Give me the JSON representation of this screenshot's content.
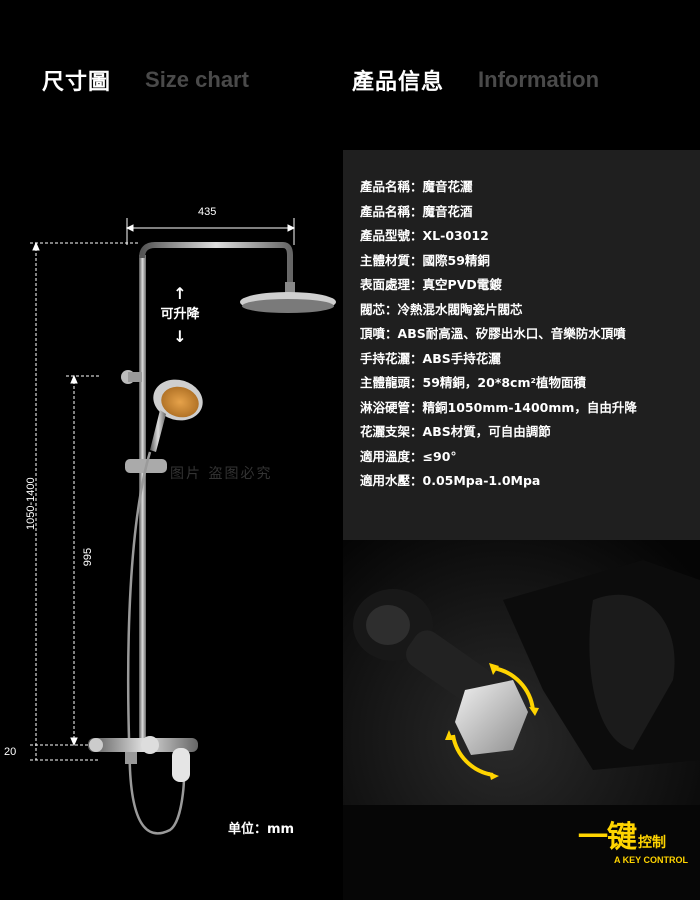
{
  "headers": {
    "size_chart": {
      "cn": "尺寸圖",
      "en": "Size chart"
    },
    "information": {
      "cn": "產品信息",
      "en": "Information"
    }
  },
  "colors": {
    "accent": "#ffd400",
    "panel": "#1f1f1f",
    "muted": "#4a4a4a"
  },
  "product_info": [
    {
      "label": "產品名稱",
      "value": "魔音花灑"
    },
    {
      "label": "產品名稱",
      "value": "魔音花酒"
    },
    {
      "label": "產品型號",
      "value": "XL-03012"
    },
    {
      "label": "主體材質",
      "value": "國際59精銅"
    },
    {
      "label": "表面處理",
      "value": "真空PVD電鍍"
    },
    {
      "label": "閥芯",
      "value": "冷熱混水閥陶瓷片閥芯"
    },
    {
      "label": "頂噴",
      "value": "ABS耐高溫、矽膠出水口、音樂防水頂噴"
    },
    {
      "label": "手持花灑",
      "value": "ABS手持花灑"
    },
    {
      "label": "主體龍頭",
      "value": "59精銅，20*8cm²植物面積"
    },
    {
      "label": "淋浴硬管",
      "value": "精銅1050mm-1400mm，自由升降"
    },
    {
      "label": "花灑支架",
      "value": "ABS材質，可自由調節"
    },
    {
      "label": "適用溫度",
      "value": "≤90°"
    },
    {
      "label": "適用水壓",
      "value": "0.05Mpa-1.0Mpa"
    }
  ],
  "separator": "：",
  "dimensions": {
    "width": "435",
    "height_range": "1050-1400",
    "height_bar": "995",
    "bottom": "20",
    "lift_label": "可升降",
    "arrow_up": "↑",
    "arrow_down": "↓",
    "unit": "单位：mm"
  },
  "watermark": "图片  盗图必究",
  "one_key": {
    "big": "一键",
    "small": "控制",
    "sub": "A KEY CONTROL"
  }
}
